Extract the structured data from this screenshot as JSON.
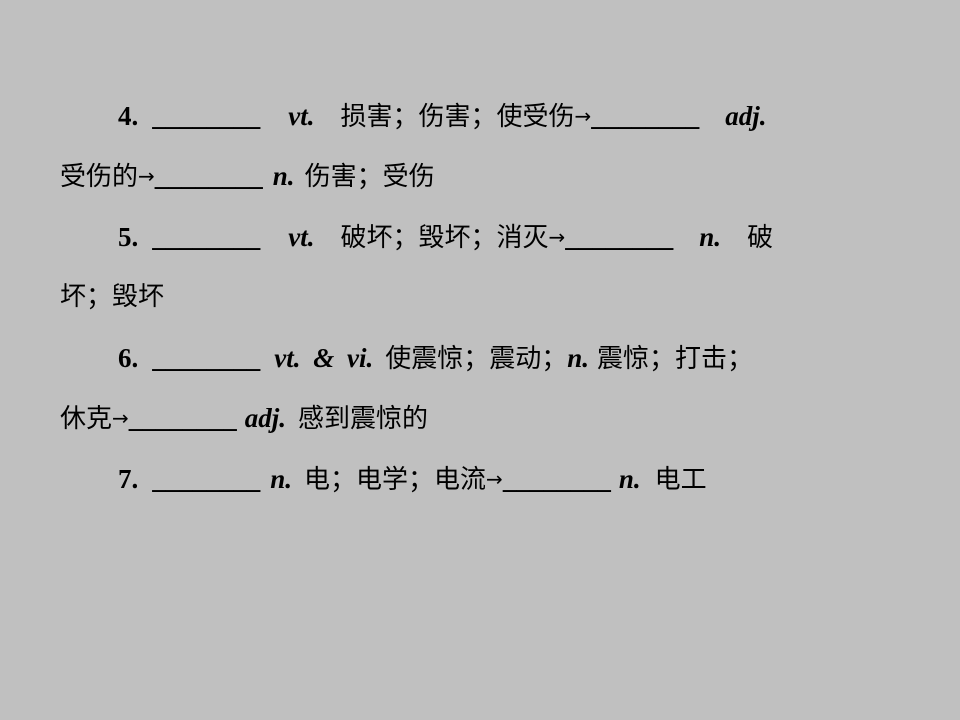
{
  "items": [
    {
      "number": "4",
      "dot": ".",
      "blank1": "________",
      "pos1": "vt.",
      "meaning1": "损害；伤害；使受伤",
      "arrow1": "→",
      "blank2": "________",
      "pos2": "adj.",
      "meaning2a": "受伤的",
      "arrow2": "→",
      "blank3": "________",
      "pos3": "n.",
      "meaning3": "伤害；受伤"
    },
    {
      "number": "5",
      "dot": ".",
      "blank1": "________",
      "pos1": "vt.",
      "meaning1": "破坏；毁坏；消灭",
      "arrow1": "→",
      "blank2": "________",
      "pos2": "n.",
      "meaning2a": "破",
      "meaning2b": "坏；毁坏"
    },
    {
      "number": "6",
      "dot": ".",
      "blank1": "________",
      "pos1": "vt. & vi.",
      "meaning1": "使震惊；震动；",
      "pos1b": "n.",
      "meaning1b": "震惊；打击；",
      "meaning1c": "休克",
      "arrow1": "→",
      "blank2": "________",
      "pos2": "adj.",
      "meaning2": "感到震惊的"
    },
    {
      "number": "7",
      "dot": ".",
      "blank1": "________",
      "pos1": "n.",
      "meaning1": "电；电学；电流",
      "arrow1": "→",
      "blank2": "________",
      "pos2": "n.",
      "meaning2": "电工"
    }
  ]
}
